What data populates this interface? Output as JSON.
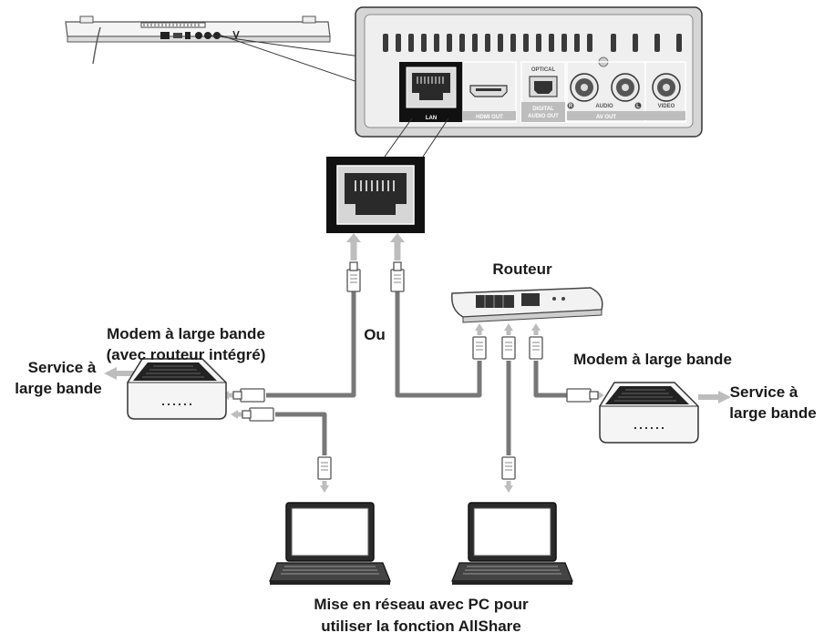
{
  "labels": {
    "routeur": "Routeur",
    "modem_integre_line1": "Modem à large bande",
    "modem_integre_line2": "(avec routeur intégré)",
    "ou": "Ou",
    "modem_droite": "Modem à large bande",
    "service_gauche_line1": "Service à",
    "service_gauche_line2": "large bande",
    "service_droite_line1": "Service à",
    "service_droite_line2": "large bande",
    "pc_line1": "Mise en réseau avec PC pour",
    "pc_line2": "utiliser la fonction AllShare"
  },
  "panel": {
    "lan": "LAN",
    "hdmi_out": "HDMI OUT",
    "optical": "OPTICAL",
    "digital_audio_out_1": "DIGITAL",
    "digital_audio_out_2": "AUDIO OUT",
    "audio": "AUDIO",
    "av_out": "AV OUT",
    "video": "VIDEO",
    "r": "R",
    "l": "L"
  }
}
